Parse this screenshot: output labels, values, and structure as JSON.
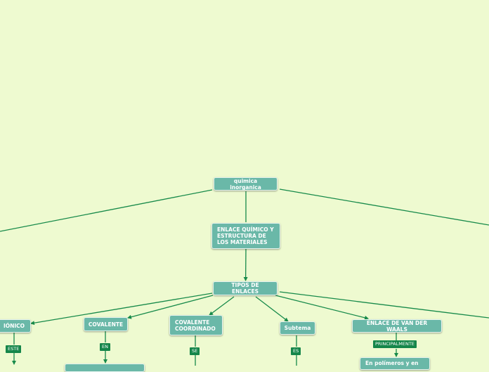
{
  "colors": {
    "background": "#eefad0",
    "node_fill": "#6ab8a8",
    "connector": "#178a4a",
    "tag_fill": "#15864a"
  },
  "nodes": {
    "root": "quimica inorganica",
    "enlace": "ENLACE QUÍMICO Y\nESTRUCTURA DE\nLOS MATERIALES",
    "tipos": "TIPOS DE ENLACES",
    "ionico": "IÓNICO",
    "covalente": "COVALENTE",
    "covalente_coordinado": "COVALENTE\nCOORDINADO",
    "subtema": "Subtema",
    "van_der_waals": "ENLACE DE VAN DER WAALS",
    "polimeros": "En polímeros y en"
  },
  "tags": {
    "este": "ESTE",
    "en": "EN",
    "se": "SE",
    "es": "ES",
    "principalmente": "PRINCIPALMENTE"
  }
}
